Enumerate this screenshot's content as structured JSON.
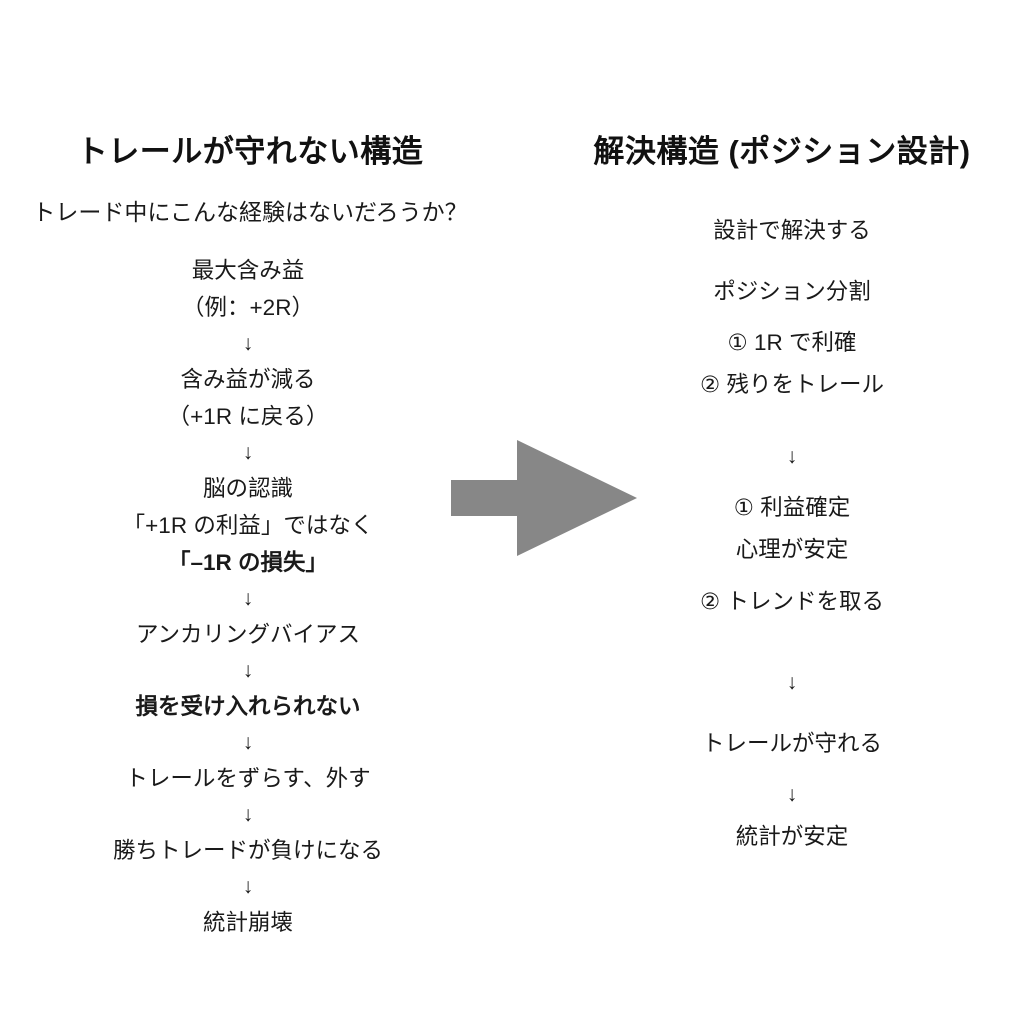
{
  "left": {
    "title": "トレールが守れない構造",
    "subtitle": "トレード中にこんな経験はないだろうか？",
    "steps": [
      {
        "type": "text",
        "text": "最大含み益"
      },
      {
        "type": "text",
        "text": "（例：+2R）"
      },
      {
        "type": "arrow",
        "text": "↓"
      },
      {
        "type": "text",
        "text": "含み益が減る"
      },
      {
        "type": "text",
        "text": "（+1R に戻る）"
      },
      {
        "type": "arrow",
        "text": "↓"
      },
      {
        "type": "text",
        "text": "脳の認識"
      },
      {
        "type": "text",
        "text": "「+1R の利益」ではなく"
      },
      {
        "type": "bold",
        "text": "「–1R の損失」"
      },
      {
        "type": "arrow",
        "text": "↓"
      },
      {
        "type": "text",
        "text": "アンカリングバイアス"
      },
      {
        "type": "arrow",
        "text": "↓"
      },
      {
        "type": "bold",
        "text": "損を受け入れられない"
      },
      {
        "type": "arrow",
        "text": "↓"
      },
      {
        "type": "text",
        "text": "トレールをずらす、外す"
      },
      {
        "type": "arrow",
        "text": "↓"
      },
      {
        "type": "text",
        "text": "勝ちトレードが負けになる"
      },
      {
        "type": "arrow",
        "text": "↓"
      },
      {
        "type": "text",
        "text": "統計崩壊"
      }
    ]
  },
  "right": {
    "title": "解決構造 (ポジション設計)",
    "steps": [
      {
        "type": "text",
        "text": "設計で解決する",
        "spacing": "normal"
      },
      {
        "type": "text",
        "text": "ポジション分割",
        "spacing": "normal"
      },
      {
        "type": "text",
        "text": "① 1R で利確",
        "spacing": "tight"
      },
      {
        "type": "text",
        "text": "② 残りをトレール",
        "spacing": "tight"
      },
      {
        "type": "arrow",
        "text": "↓",
        "spacing": "gap-top"
      },
      {
        "type": "text",
        "text": "① 利益確定",
        "spacing": "tight"
      },
      {
        "type": "text",
        "text": "心理が安定",
        "spacing": "tight"
      },
      {
        "type": "text",
        "text": "② トレンドを取る",
        "spacing": "normal"
      },
      {
        "type": "arrow",
        "text": "↓",
        "spacing": "gap-top"
      },
      {
        "type": "text",
        "text": "トレールが守れる",
        "spacing": "normal"
      },
      {
        "type": "arrow",
        "text": "↓",
        "spacing": "tight"
      },
      {
        "type": "text",
        "text": "統計が安定",
        "spacing": "tight"
      }
    ]
  },
  "transition": {
    "icon": "right-arrow-icon",
    "color": "#878787"
  },
  "theme": {
    "background": "#ffffff",
    "text": "#1a1a1a",
    "title": "#111111"
  }
}
